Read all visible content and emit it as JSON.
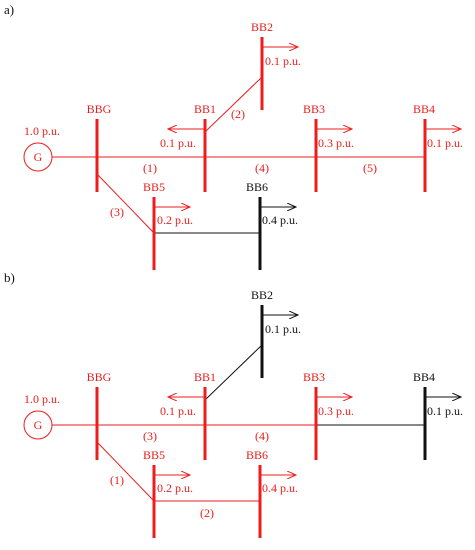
{
  "colors": {
    "red": "#ee1c1c",
    "black": "#111111"
  },
  "panels": [
    {
      "label": "a)",
      "generator": {
        "symbol": "G",
        "power": "1.0 p.u.",
        "color": "red"
      },
      "buses": {
        "BBG": {
          "name": "BBG",
          "color": "red"
        },
        "BB1": {
          "name": "BB1",
          "color": "red",
          "load": "0.1 p.u."
        },
        "BB2": {
          "name": "BB2",
          "color": "red",
          "load": "0.1 p.u."
        },
        "BB3": {
          "name": "BB3",
          "color": "red",
          "load": "0.3 p.u."
        },
        "BB4": {
          "name": "BB4",
          "color": "red",
          "load": "0.1 p.u."
        },
        "BB5": {
          "name": "BB5",
          "color": "red",
          "load": "0.2 p.u."
        },
        "BB6": {
          "name": "BB6",
          "color": "black",
          "load": "0.4 p.u."
        }
      },
      "lines": [
        {
          "label": "(1)",
          "color": "red"
        },
        {
          "label": "(2)",
          "color": "red"
        },
        {
          "label": "(3)",
          "color": "red"
        },
        {
          "label": "(4)",
          "color": "red"
        },
        {
          "label": "(5)",
          "color": "red"
        },
        {
          "label": "",
          "color": "black"
        }
      ]
    },
    {
      "label": "b)",
      "generator": {
        "symbol": "G",
        "power": "1.0 p.u.",
        "color": "red"
      },
      "buses": {
        "BBG": {
          "name": "BBG",
          "color": "red"
        },
        "BB1": {
          "name": "BB1",
          "color": "red",
          "load": "0.1 p.u."
        },
        "BB2": {
          "name": "BB2",
          "color": "black",
          "load": "0.1 p.u."
        },
        "BB3": {
          "name": "BB3",
          "color": "red",
          "load": "0.3 p.u."
        },
        "BB4": {
          "name": "BB4",
          "color": "black",
          "load": "0.1 p.u."
        },
        "BB5": {
          "name": "BB5",
          "color": "red",
          "load": "0.2 p.u."
        },
        "BB6": {
          "name": "BB6",
          "color": "red",
          "load": "0.4 p.u."
        }
      },
      "lines": [
        {
          "label": "(3)",
          "color": "red"
        },
        {
          "label": "",
          "color": "black"
        },
        {
          "label": "(1)",
          "color": "red"
        },
        {
          "label": "(4)",
          "color": "red"
        },
        {
          "label": "",
          "color": "black"
        },
        {
          "label": "(2)",
          "color": "red"
        }
      ]
    }
  ]
}
